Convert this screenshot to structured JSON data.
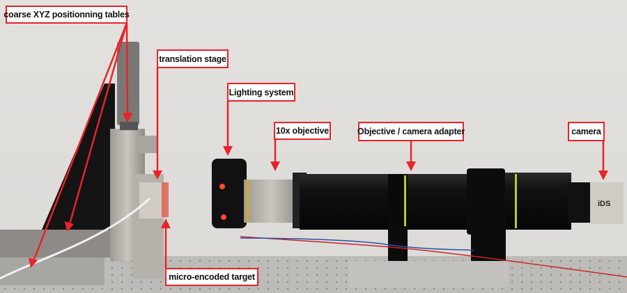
{
  "labels": {
    "coarse_tables": "coarse XYZ positionning tables",
    "translation_stage": "translation stage",
    "lighting_system": "Lighting system",
    "objective": "10x objective",
    "adapter": "Objective / camera adapter",
    "camera": "camera",
    "target": "micro-encoded target"
  },
  "colors": {
    "annotation": "#e8232a",
    "wall": "#e5e3e0"
  }
}
